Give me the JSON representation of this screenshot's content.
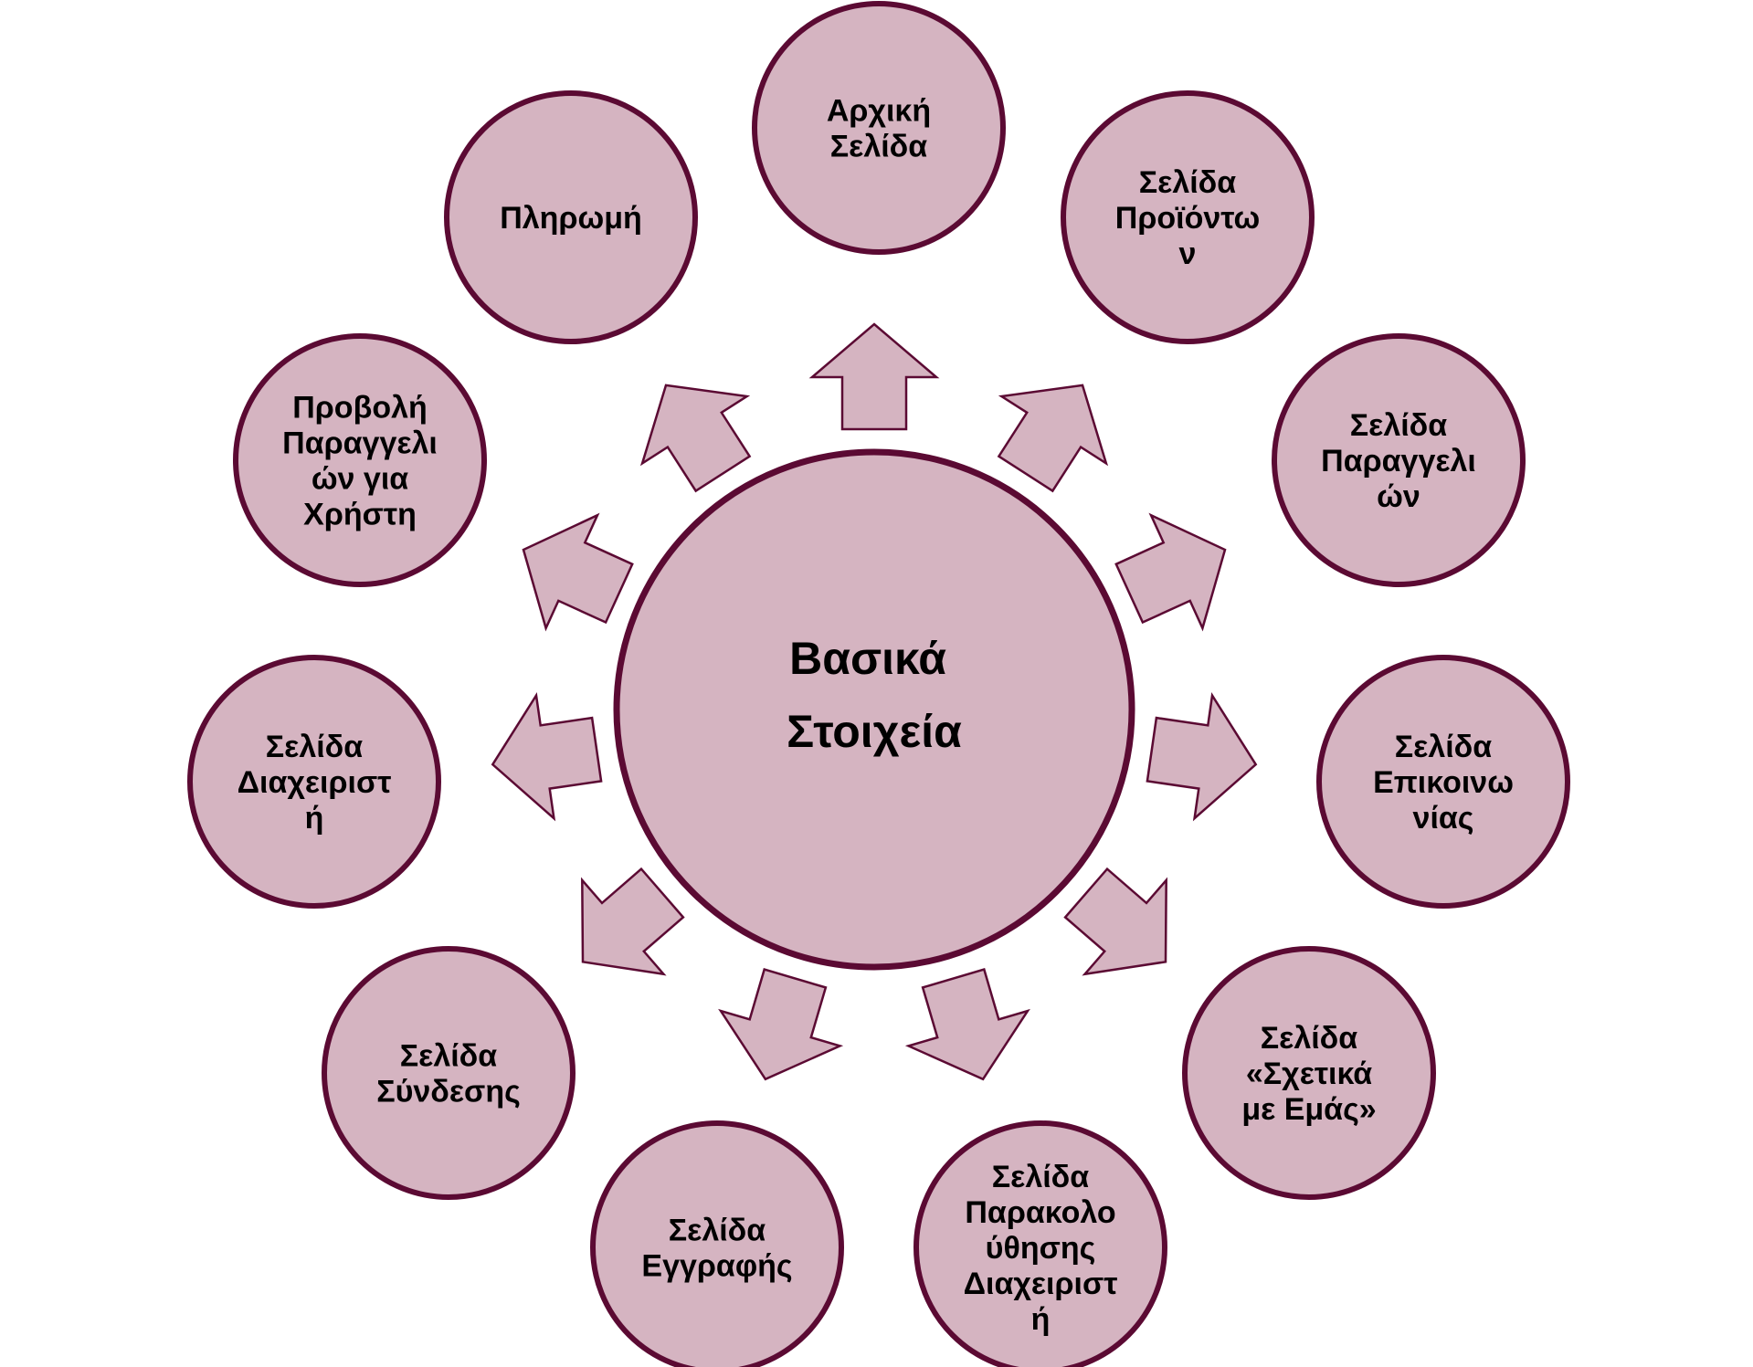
{
  "diagram": {
    "center": {
      "lines": [
        "Βασικά",
        "Στοιχεία"
      ]
    },
    "nodes": [
      {
        "name": "node-arxiki-selida",
        "lines": [
          "Αρχική",
          "Σελίδα"
        ]
      },
      {
        "name": "node-selida-proionton",
        "lines": [
          "Σελίδα",
          "Προϊόντω",
          "ν"
        ]
      },
      {
        "name": "node-selida-paraggelion",
        "lines": [
          "Σελίδα",
          "Παραγγελι",
          "ών"
        ]
      },
      {
        "name": "node-selida-epikoinonias",
        "lines": [
          "Σελίδα",
          "Επικοινω",
          "νίας"
        ]
      },
      {
        "name": "node-selida-sxetika",
        "lines": [
          "Σελίδα",
          "«Σχετικά",
          "με Εμάς»"
        ]
      },
      {
        "name": "node-selida-parakolouthisis",
        "lines": [
          "Σελίδα",
          "Παρακολο",
          "ύθησης",
          "Διαχειριστ",
          "ή"
        ]
      },
      {
        "name": "node-selida-eggrafis",
        "lines": [
          "Σελίδα",
          "Εγγραφής"
        ]
      },
      {
        "name": "node-selida-syndesis",
        "lines": [
          "Σελίδα",
          "Σύνδεσης"
        ]
      },
      {
        "name": "node-selida-diaxeiristi",
        "lines": [
          "Σελίδα",
          "Διαχειριστ",
          "ή"
        ]
      },
      {
        "name": "node-provoli-paraggelion",
        "lines": [
          "Προβολή",
          "Παραγγελι",
          "ών για",
          "Χρήστη"
        ]
      },
      {
        "name": "node-pliromi",
        "lines": [
          "Πληρωμή"
        ]
      }
    ],
    "colors": {
      "circle_fill": "#d5b4c1",
      "circle_stroke": "#5b0a33",
      "arrow_fill": "#d5b4c1",
      "arrow_stroke": "#5b0a33",
      "text": "#000000"
    }
  }
}
